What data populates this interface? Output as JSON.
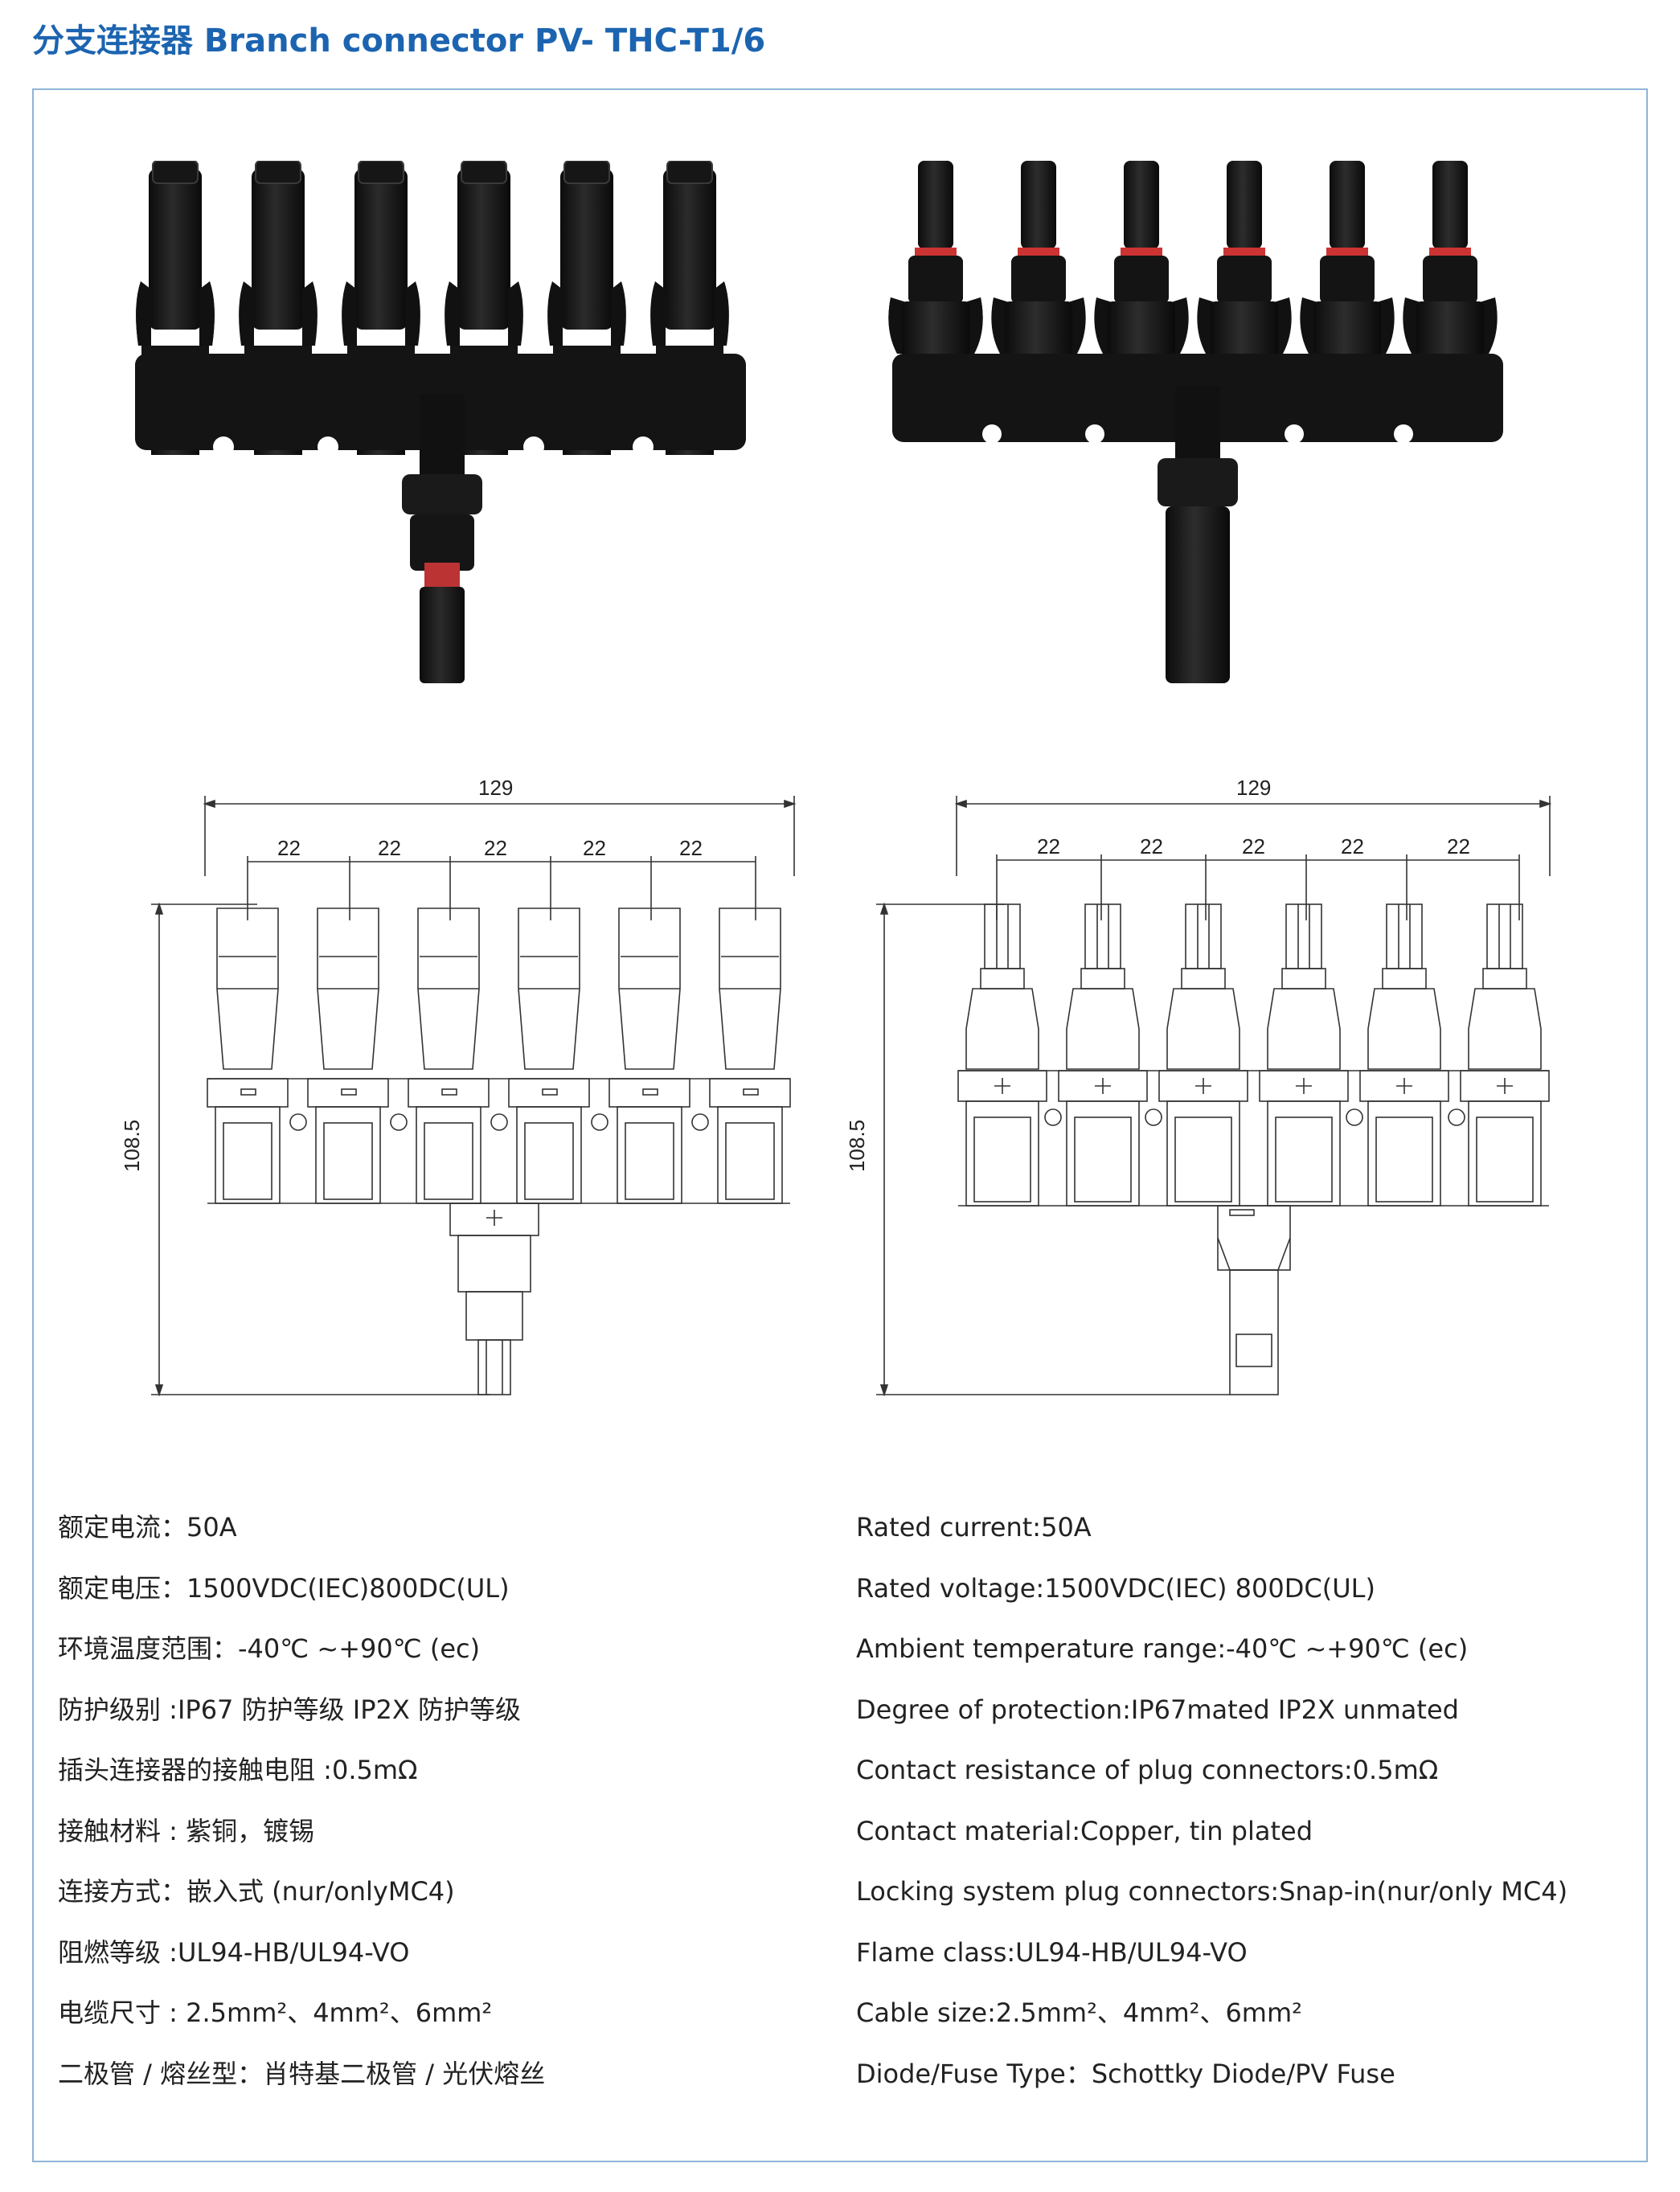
{
  "header": {
    "title": "分支连接器 Branch connector PV- THC-T1/6"
  },
  "drawings": {
    "left": {
      "overall_width": "129",
      "pitch": [
        "22",
        "22",
        "22",
        "22",
        "22"
      ],
      "height": "108.5"
    },
    "right": {
      "overall_width": "129",
      "pitch": [
        "22",
        "22",
        "22",
        "22",
        "22"
      ],
      "height": "108.5"
    }
  },
  "specs_cn": [
    "额定电流：50A",
    "额定电压：1500VDC(IEC)800DC(UL)",
    "环境温度范围：-40℃ ~+90℃ (ec)",
    "防护级别 :IP67 防护等级 IP2X 防护等级",
    "插头连接器的接触电阻 :0.5mΩ",
    "接触材料 : 紫铜，镀锡",
    "连接方式：嵌入式 (nur/onlyMC4)",
    "阻燃等级 :UL94-HB/UL94-VO",
    "电缆尺寸 : 2.5mm²、4mm²、6mm²",
    "二极管 / 熔丝型：肖特基二极管 / 光伏熔丝"
  ],
  "specs_en": [
    "Rated current:50A",
    "Rated voltage:1500VDC(IEC) 800DC(UL)",
    "Ambient temperature range:-40℃ ~+90℃ (ec)",
    "Degree of protection:IP67mated IP2X unmated",
    "Contact resistance of plug connectors:0.5mΩ",
    "Contact material:Copper, tin plated",
    "Locking system plug connectors:Snap-in(nur/only MC4)",
    "Flame class:UL94-HB/UL94-VO",
    "Cable size:2.5mm²、4mm²、6mm²",
    "Diode/Fuse Type：Schottky Diode/PV Fuse"
  ]
}
